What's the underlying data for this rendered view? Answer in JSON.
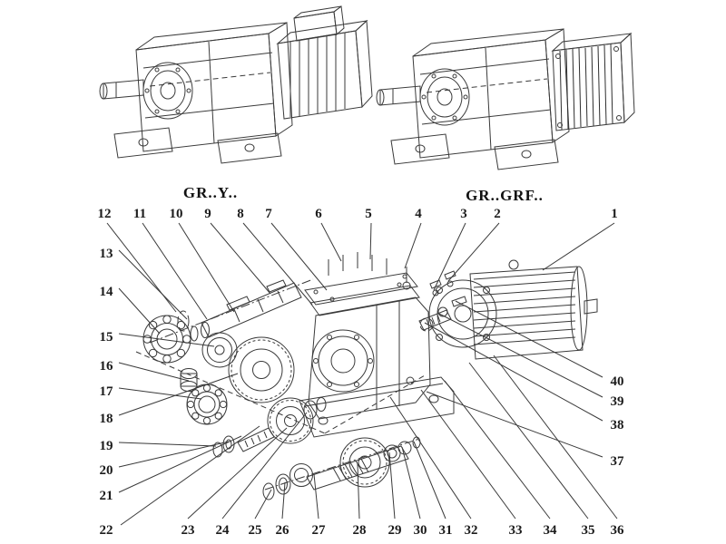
{
  "diagram": {
    "left_model_label": "GR..Y..",
    "right_model_label": "GR..GRF.."
  },
  "callouts": {
    "top": [
      "12",
      "11",
      "10",
      "9",
      "8",
      "7",
      "6",
      "5",
      "4",
      "3",
      "2",
      "1"
    ],
    "left": [
      "13",
      "14",
      "15",
      "16",
      "17",
      "18",
      "19",
      "20",
      "21",
      "22"
    ],
    "bottom": [
      "23",
      "24",
      "25",
      "26",
      "27",
      "28",
      "29",
      "30",
      "31",
      "32",
      "33",
      "34",
      "35",
      "36"
    ],
    "right": [
      "40",
      "39",
      "38",
      "37"
    ]
  }
}
